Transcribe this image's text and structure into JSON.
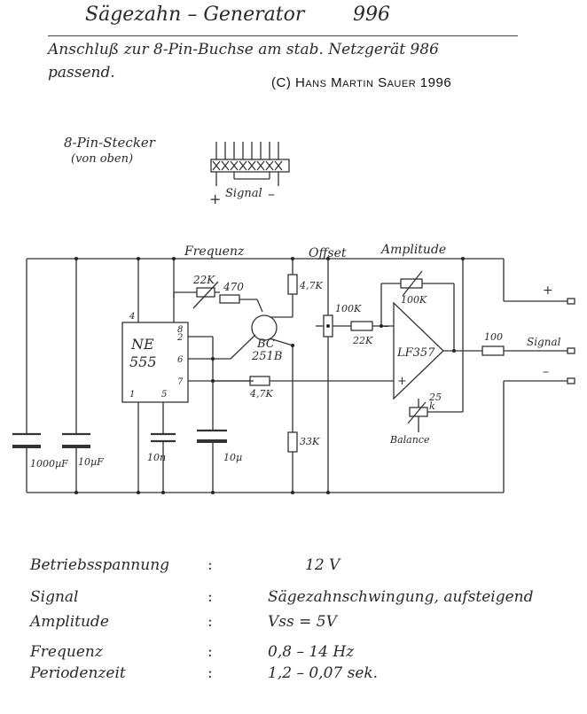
{
  "header": {
    "title": "Sägezahn – Generator",
    "number": "996",
    "subtitle_line1": "Anschluß zur 8-Pin-Buchse am stab. Netzgerät 986",
    "subtitle_line2": "passend.",
    "copyright": "(C) Hans Martin Sauer 1996"
  },
  "connector": {
    "label_line1": "8-Pin-Stecker",
    "label_line2": "(von oben)",
    "plus": "+",
    "signal": "Signal",
    "minus": "–"
  },
  "schematic": {
    "labels": {
      "frequenz": "Frequenz",
      "offset": "Offset",
      "amplitude": "Amplitude",
      "balance": "Balance",
      "signal_out": "Signal",
      "plus_out": "+",
      "minus_out": "–"
    },
    "ic_ne555": {
      "name_line1": "NE",
      "name_line2": "555",
      "pins": {
        "p8": "8",
        "p4": "4",
        "p2": "2",
        "p6": "6",
        "p7": "7",
        "p1": "1",
        "p5": "5"
      }
    },
    "transistor": {
      "line1": "BC",
      "line2": "251B"
    },
    "opamp": {
      "name": "LF357",
      "minus": "–",
      "plus": "+"
    },
    "components": {
      "pot_22k": "22K",
      "r_470": "470",
      "r_4k7_top": "4,7K",
      "pot_100k_offset": "100K",
      "r_22k": "22K",
      "pot_100k_amp": "100K",
      "r_100_out": "100",
      "r_4k7_mid": "4,7K",
      "pot_25k_a": "25",
      "pot_25k_b": "k",
      "r_33k": "33K",
      "c_1000": "1000µF",
      "c_10uf": "10µF",
      "c_10n": "10n",
      "c_10u": "10µ"
    }
  },
  "specs": [
    {
      "label": "Betriebsspannung",
      "value": "12 V"
    },
    {
      "label": "Signal",
      "value": "Sägezahnschwingung, aufsteigend"
    },
    {
      "label": "Amplitude",
      "value": "Vss = 5V"
    },
    {
      "label": "Frequenz",
      "value": "0,8 – 14 Hz"
    },
    {
      "label": "Periodenzeit",
      "value": "1,2 – 0,07 sek."
    }
  ],
  "spec_colon": ":"
}
